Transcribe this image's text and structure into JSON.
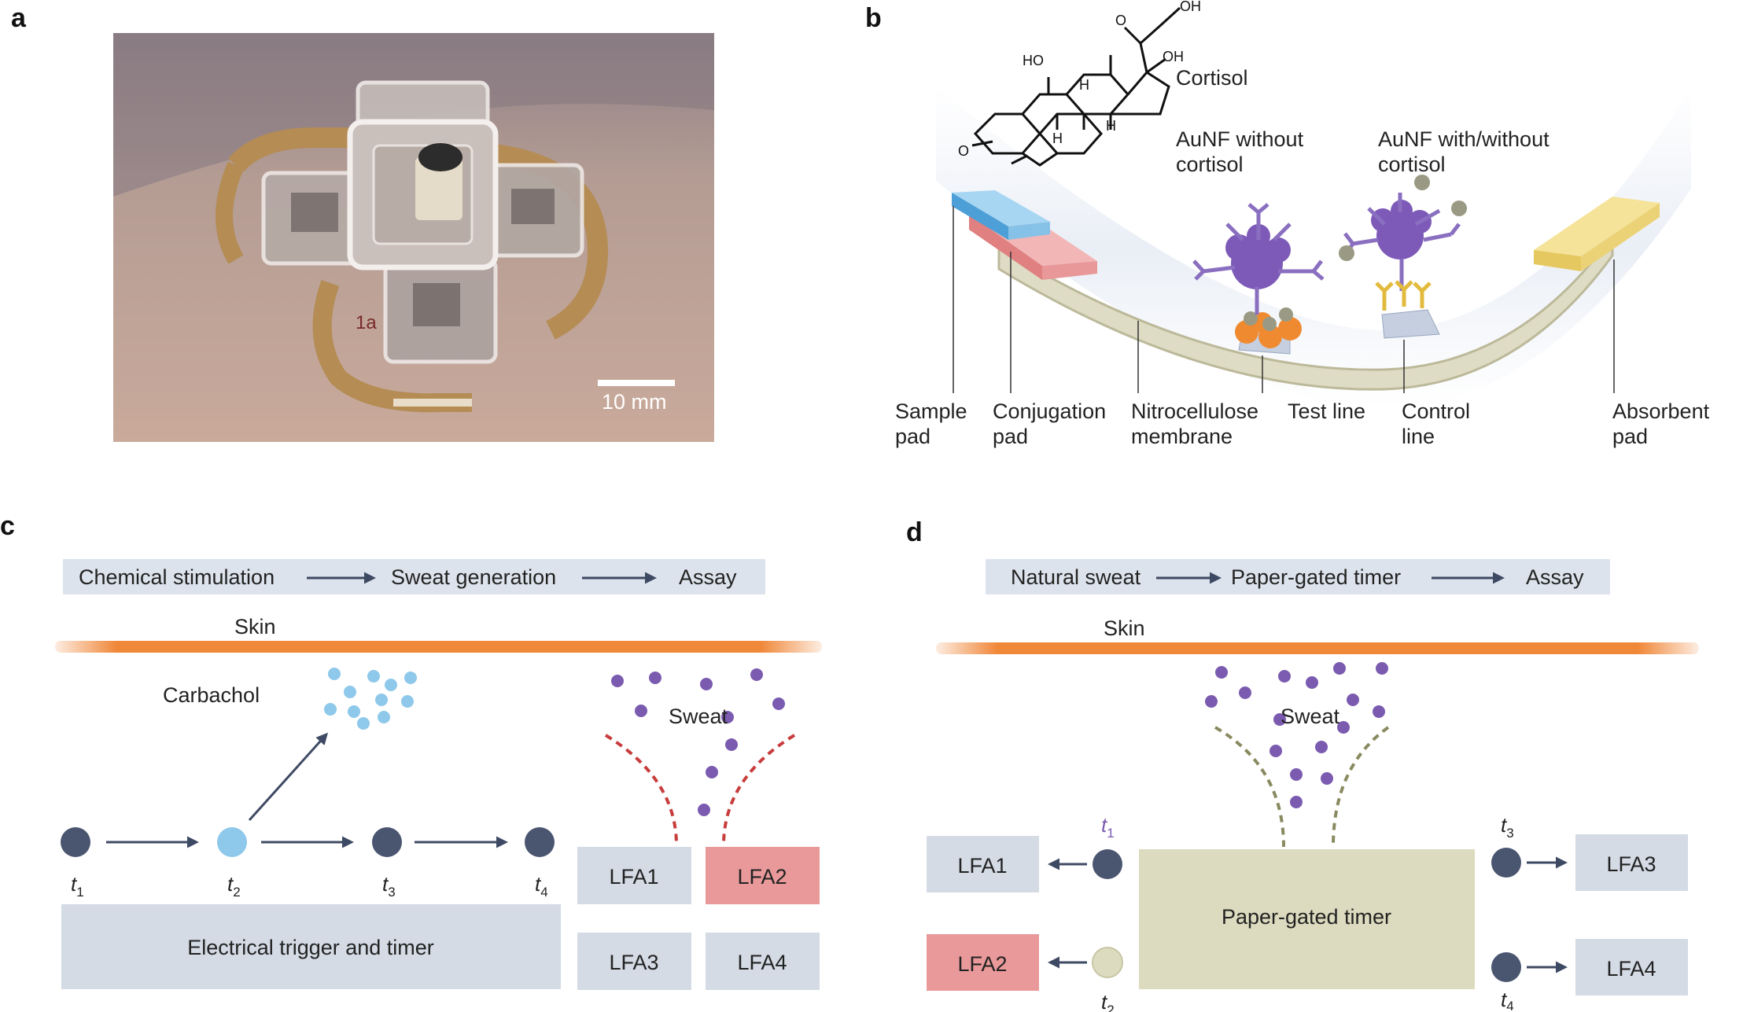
{
  "panels": {
    "a": "a",
    "b": "b",
    "c": "c",
    "d": "d"
  },
  "panel_a": {
    "scale_bar": "10 mm",
    "device_mark": "1a"
  },
  "panel_b": {
    "molecule": "Cortisol",
    "atom_oh_top": "OH",
    "atom_o_top": "O",
    "atom_ho": "HO",
    "atom_oh_side": "OH",
    "atom_o_ring": "O",
    "atom_h": "H",
    "aunf_test": [
      "AuNF without",
      "cortisol"
    ],
    "aunf_control": [
      "AuNF with/without",
      "cortisol"
    ],
    "sample_pad": [
      "Sample",
      "pad"
    ],
    "conjugation_pad": [
      "Conjugation",
      "pad"
    ],
    "membrane": [
      "Nitrocellulose",
      "membrane"
    ],
    "test_line": "Test line",
    "control_line": [
      "Control",
      "line"
    ],
    "absorbent_pad": [
      "Absorbent",
      "pad"
    ]
  },
  "panel_c": {
    "flow": [
      "Chemical stimulation",
      "Sweat generation",
      "Assay"
    ],
    "skin": "Skin",
    "carbachol": "Carbachol",
    "sweat": "Sweat",
    "times": [
      "t",
      "t",
      "t",
      "t"
    ],
    "subs": [
      "1",
      "2",
      "3",
      "4"
    ],
    "timer": "Electrical trigger and timer",
    "lfa": [
      "LFA1",
      "LFA2",
      "LFA3",
      "LFA4"
    ]
  },
  "panel_d": {
    "flow": [
      "Natural sweat",
      "Paper-gated timer",
      "Assay"
    ],
    "skin": "Skin",
    "sweat": "Sweat",
    "timer": "Paper-gated timer",
    "times": [
      "t",
      "t",
      "t",
      "t"
    ],
    "subs": [
      "1",
      "2",
      "3",
      "4"
    ],
    "lfa": [
      "LFA1",
      "LFA2",
      "LFA3",
      "LFA4"
    ]
  },
  "colors": {
    "navy_dot": "#4a5570",
    "light_blue": "#8ec8ea",
    "sweat_purple": "#7b5bb0",
    "box_gray": "#d4dbe5",
    "box_pink": "#e9999a",
    "paper_timer": "#dcdbbf",
    "skin_orange": "#f0883a",
    "red_dashed": "#c83c3c",
    "olive_dashed": "#8a8a60"
  }
}
